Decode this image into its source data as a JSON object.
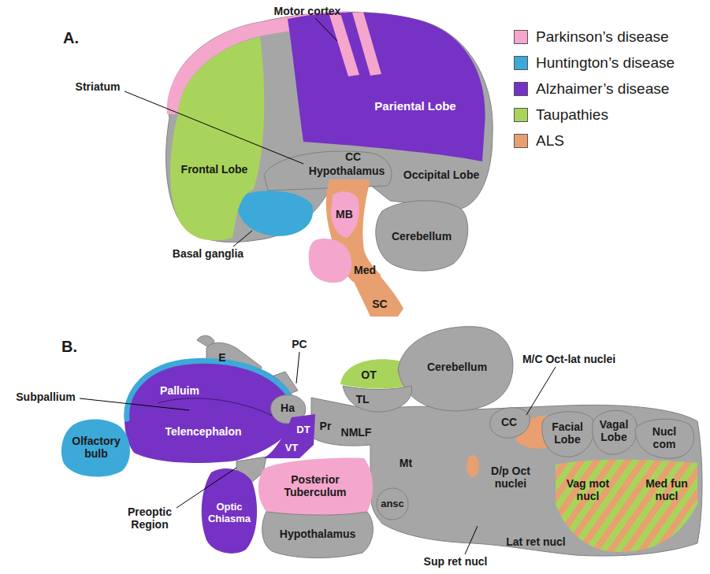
{
  "diagram": {
    "nodes": [
      {
        "text": [
          "Frontal Lobe"
        ]
      },
      {
        "text": [
          "Pariental Lobe"
        ]
      },
      {
        "text": [
          "MB"
        ]
      },
      {
        "text": [
          "Cerebellum"
        ]
      },
      {
        "text": [
          "SC"
        ]
      },
      {
        "text": [
          "E"
        ]
      },
      {
        "text": [
          "Palluim",
          "Telencephalon"
        ]
      },
      {
        "text": [
          "OT"
        ]
      },
      {
        "text": [
          "Cerebellum"
        ]
      },
      {
        "text": [
          "Ha"
        ]
      },
      {
        "text": [
          "TL"
        ]
      },
      {
        "text": [
          "DT",
          "VT"
        ]
      },
      {
        "text": [
          "CC"
        ]
      },
      {
        "text": [
          "Facial Lobe"
        ]
      },
      {
        "text": [
          "Vagal Lobe"
        ]
      },
      {
        "text": [
          "Nucl com"
        ]
      },
      {
        "text": [
          "Olfactory bulb"
        ]
      },
      {
        "text": [
          "Posterior Tuberculum"
        ]
      },
      {
        "text": [
          "Vag mot nucl",
          "Med fun nucl"
        ]
      },
      {
        "text": [
          "Optic Chiasma"
        ]
      },
      {
        "text": [
          "Hypothalamus"
        ]
      }
    ],
    "labels": [
      "A.",
      "Motor cortex",
      "Striatum",
      "CC",
      "Hypothalamus",
      "Occipital Lobe",
      "Basal ganglia",
      "Med",
      "B.",
      "PC",
      "M/C Oct-lat nuclei",
      "Subpallium",
      "Pr",
      "NMLF",
      "Mt",
      "D/p Oct nuclei",
      "ansc",
      "Preoptic Region",
      "Lat ret nucl",
      "Sup ret nucl"
    ],
    "legend": [
      {
        "text": "Parkinson’s disease",
        "color": "#f4a6cc"
      },
      {
        "text": "Huntington’s disease",
        "color": "#3ca9d9"
      },
      {
        "text": "Alzhaimer’s disease",
        "color": "#7632c4"
      },
      {
        "text": "Taupathies",
        "color": "#a9d45b"
      },
      {
        "text": "ALS",
        "color": "#e8a070"
      }
    ]
  }
}
